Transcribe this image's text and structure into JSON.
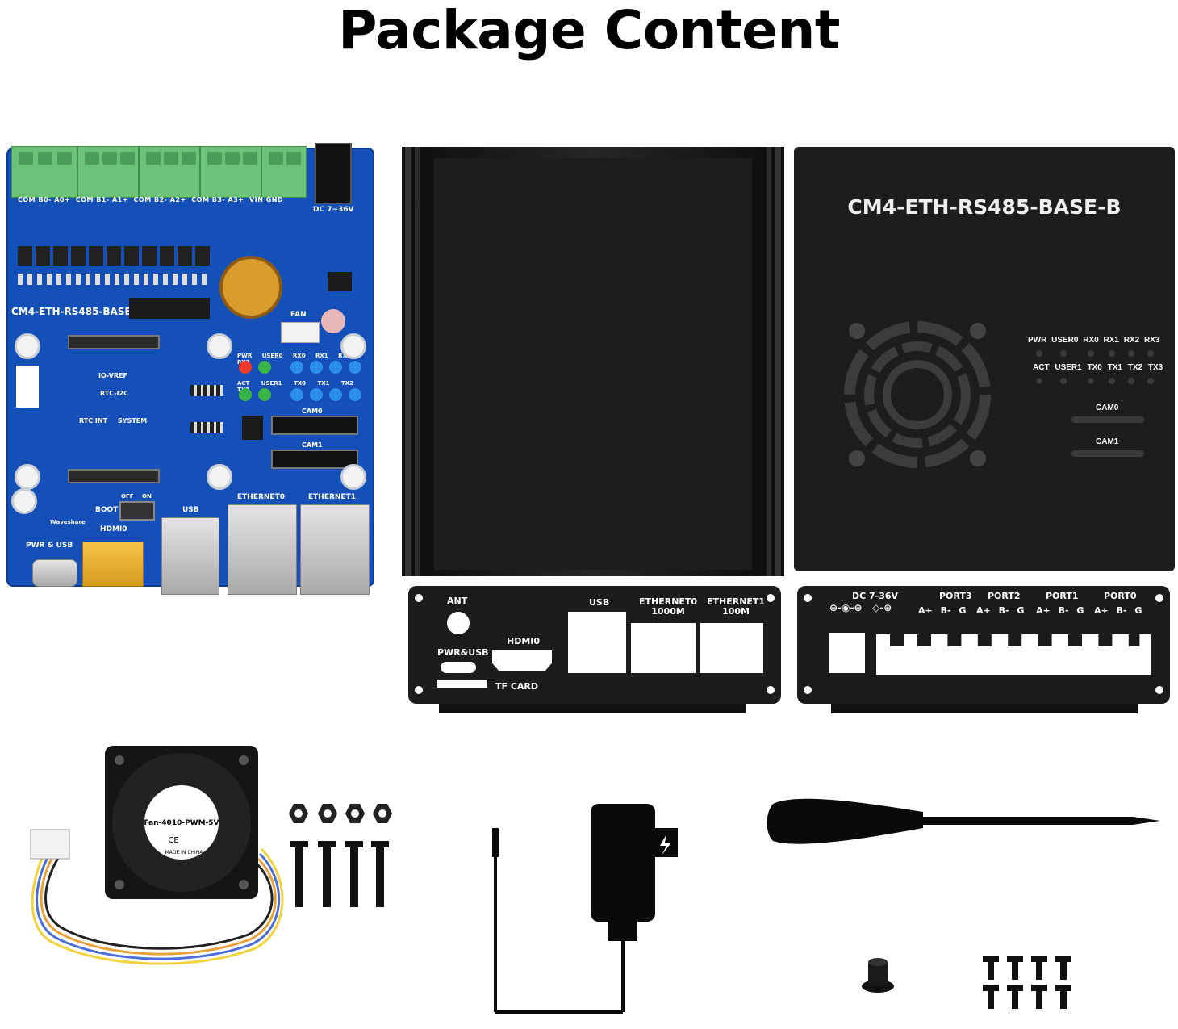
{
  "page": {
    "title": "Package Content"
  },
  "pcb": {
    "model": "CM4-ETH-RS485-BASE-B",
    "term_labels": [
      "COM",
      "B0-",
      "A0+",
      "COM",
      "B1-",
      "A1+",
      "COM",
      "B2-",
      "A2+",
      "COM",
      "B3-",
      "A3+",
      "VIN",
      "GND"
    ],
    "dc": "DC 7~36V",
    "fan": "FAN",
    "leds_top": [
      "PWR",
      "USER0",
      "RX0",
      "RX1",
      "RX2",
      "RX3"
    ],
    "leds_bottom": [
      "ACT",
      "USER1",
      "TX0",
      "TX1",
      "TX2",
      "TX3"
    ],
    "io_vref": "IO-VREF",
    "rtc_i2c": "RTC-I2C",
    "rtc_int": "RTC INT",
    "system": "SYSTEM",
    "cam0": "CAM0",
    "cam1": "CAM1",
    "boot": "BOOT",
    "off": "OFF",
    "on": "ON",
    "usb": "USB",
    "eth0": "ETHERNET0",
    "eth1": "ETHERNET1",
    "hdmi0": "HDMI0",
    "pwr_usb": "PWR & USB",
    "waveshare": "Waveshare"
  },
  "case_top": {
    "model": "CM4-ETH-RS485-BASE-B",
    "leds_top": [
      "PWR",
      "USER0",
      "RX0",
      "RX1",
      "RX2",
      "RX3"
    ],
    "leds_bottom": [
      "ACT",
      "USER1",
      "TX0",
      "TX1",
      "TX2",
      "TX3"
    ],
    "cam0": "CAM0",
    "cam1": "CAM1"
  },
  "plate_front": {
    "ant": "ANT",
    "pwr_usb": "PWR&USB",
    "hdmi0": "HDMI0",
    "tf_card": "TF CARD",
    "usb": "USB",
    "eth0": "ETHERNET0",
    "eth0_speed": "1000M",
    "eth1": "ETHERNET1",
    "eth1_speed": "100M"
  },
  "plate_back": {
    "dc": "DC 7-36V",
    "ports": [
      "PORT3",
      "PORT2",
      "PORT1",
      "PORT0"
    ],
    "pins": [
      "A+",
      "B-",
      "G"
    ]
  },
  "fan": {
    "model": "Fan-4010-PWM-5V",
    "ce": "CE",
    "made": "MADE IN CHINA"
  }
}
